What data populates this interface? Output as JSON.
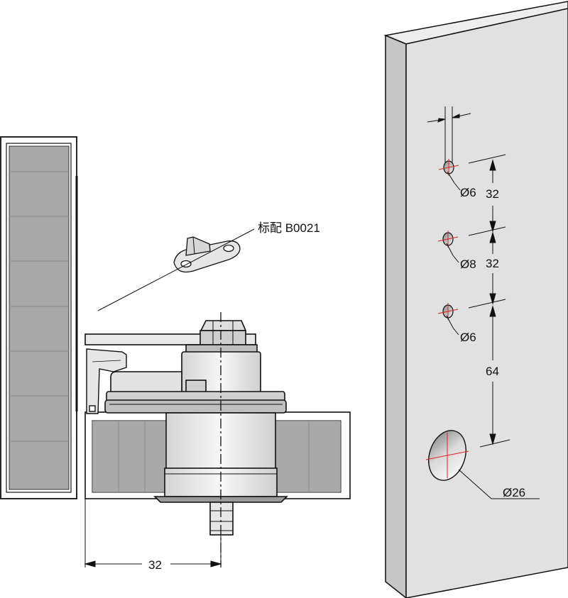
{
  "annotations": {
    "standard_part_label": "标配 B0021",
    "offset_dimension": "32",
    "hole1_diameter": "Ø6",
    "hole2_diameter": "Ø8",
    "hole3_diameter": "Ø6",
    "large_hole_diameter": "Ø26",
    "spacing_1": "32",
    "spacing_2": "32",
    "spacing_3": "64"
  },
  "colors": {
    "panel_face": "#e1e1e1",
    "panel_side": "#c6c6c6",
    "panel_top": "#ededed",
    "insert": "#a9a9a9",
    "red_centerline": "#e02020",
    "line": "#111111"
  }
}
